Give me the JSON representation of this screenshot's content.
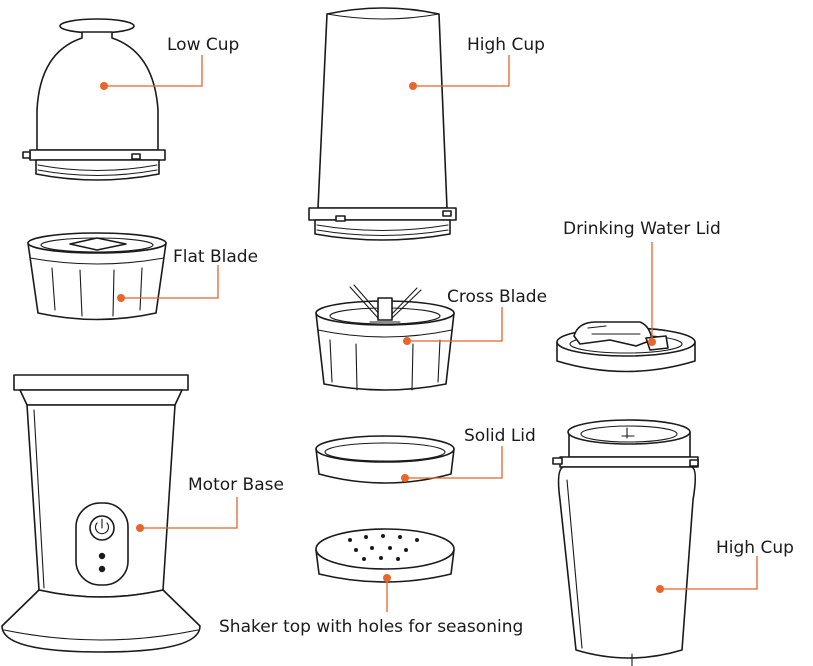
{
  "colors": {
    "accent": "#e8652b",
    "line": "#1a1a1a",
    "background": "#ffffff"
  },
  "icons": {
    "power": "power-icon"
  },
  "labels": {
    "low_cup": "Low Cup",
    "high_cup_top": "High Cup",
    "flat_blade": "Flat Blade",
    "cross_blade": "Cross Blade",
    "drinking_lid": "Drinking Water Lid",
    "motor_base": "Motor Base",
    "solid_lid": "Solid Lid",
    "high_cup_bottom": "High Cup",
    "shaker_top": "Shaker top with holes for seasoning"
  }
}
